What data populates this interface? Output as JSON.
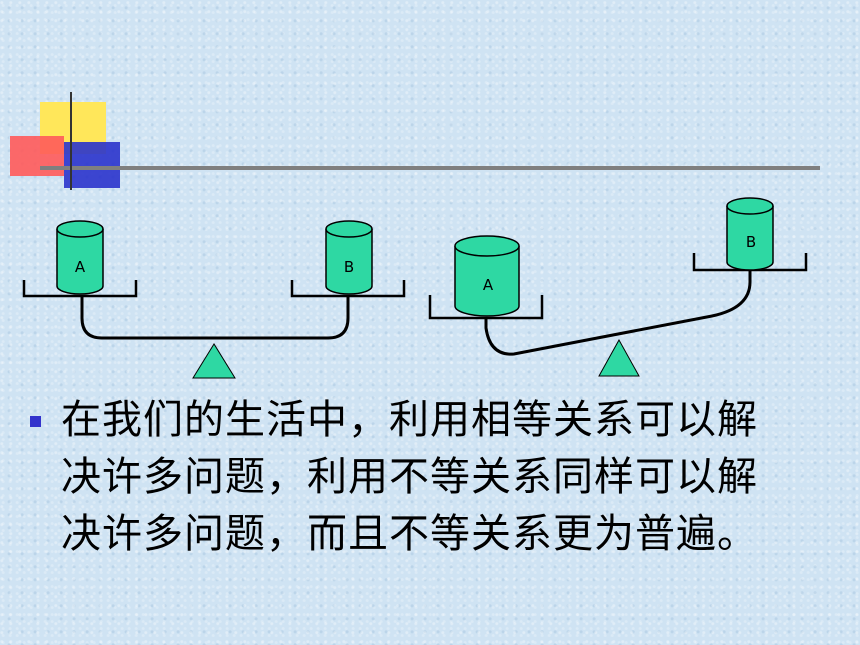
{
  "diagram": {
    "balanced": {
      "left_label": "A",
      "right_label": "B"
    },
    "unbalanced": {
      "left_label": "A",
      "right_label": "B"
    }
  },
  "content": {
    "paragraph": "在我们的生活中，利用相等关系可以解决许多问题，利用不等关系同样可以解决许多问题，而且不等关系更为普遍。"
  },
  "colors": {
    "cylinder": "#2ed8a3",
    "fulcrum": "#2ed8a3",
    "bullet": "#3333cc",
    "title_line": "#7f7f7f"
  }
}
